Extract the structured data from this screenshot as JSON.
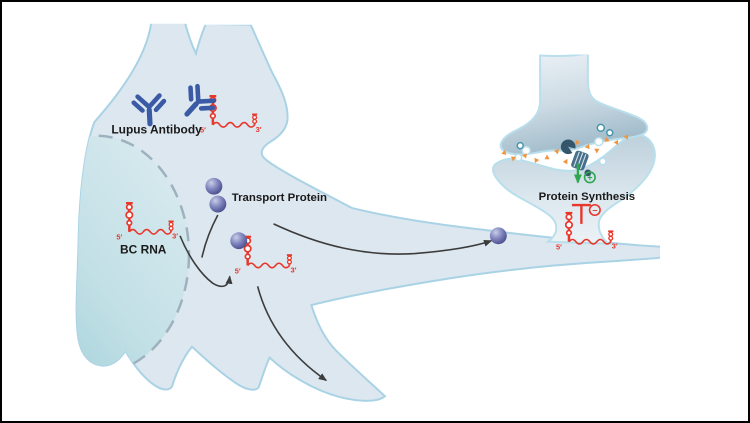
{
  "figure": {
    "description": "Neuron diagram: BC RNA exported from nucleus, bound by transport protein, delivered along dendrite to synapse where it inhibits protein synthesis; lupus antibody binds BC RNA",
    "labels": {
      "lupus_antibody": "Lupus Antibody",
      "bc_rna": "BC RNA",
      "transport_protein": "Transport Protein",
      "protein_synthesis": "Protein Synthesis"
    },
    "rna_ends": {
      "five_prime": "5′",
      "three_prime": "3′"
    },
    "signs": {
      "plus": "+",
      "minus": "−"
    },
    "colors": {
      "cell_fill": "#dce7f0",
      "cell_outline": "#a9d3e5",
      "nucleus_teal": "#9ecdd8",
      "nucleus_dash": "#9db1be",
      "rna_red": "#e8372b",
      "antibody_blue": "#3a5aa5",
      "transport_protein_purple": "#666bab",
      "vesicle_ring_teal": "#4596ad",
      "neurotransmitter_orange": "#f2953c",
      "receptor_slate": "#33566b",
      "stimulation_green": "#2fa64f",
      "inhibition_red": "#e8372b",
      "arrow_dark": "#3c3c3c"
    },
    "icons": {
      "antibody-icon": "Y-shaped immunoglobulin",
      "bc-rna-icon": "red stem-loop + wavy strand with 5'/3' ends",
      "transport-protein-icon": "purple sphere",
      "vesicle-icon": "small open circle",
      "neurotransmitter-icon": "small orange triangle",
      "receptor-icon": "dark membrane channel with ligand",
      "plus-circle-icon": "circled plus (stimulation)",
      "minus-circle-icon": "circled minus (inhibition)"
    }
  }
}
